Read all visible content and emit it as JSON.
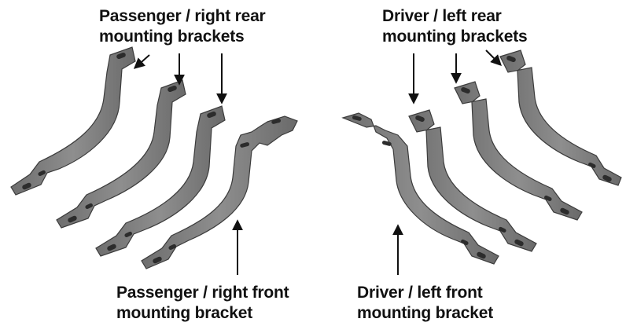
{
  "labels": {
    "passenger_rear": {
      "line1": "Passenger / right rear",
      "line2": "mounting brackets"
    },
    "driver_rear": {
      "line1": "Driver / left rear",
      "line2": "mounting brackets"
    },
    "passenger_front": {
      "line1": "Passenger / right front",
      "line2": "mounting bracket"
    },
    "driver_front": {
      "line1": "Driver / left front",
      "line2": "mounting bracket"
    }
  },
  "colors": {
    "bracket_fill": "#8a8a8a",
    "bracket_edge": "#3c3c3c",
    "bracket_highlight": "#b4b4b4",
    "arrow": "#111111",
    "text": "#111111"
  }
}
